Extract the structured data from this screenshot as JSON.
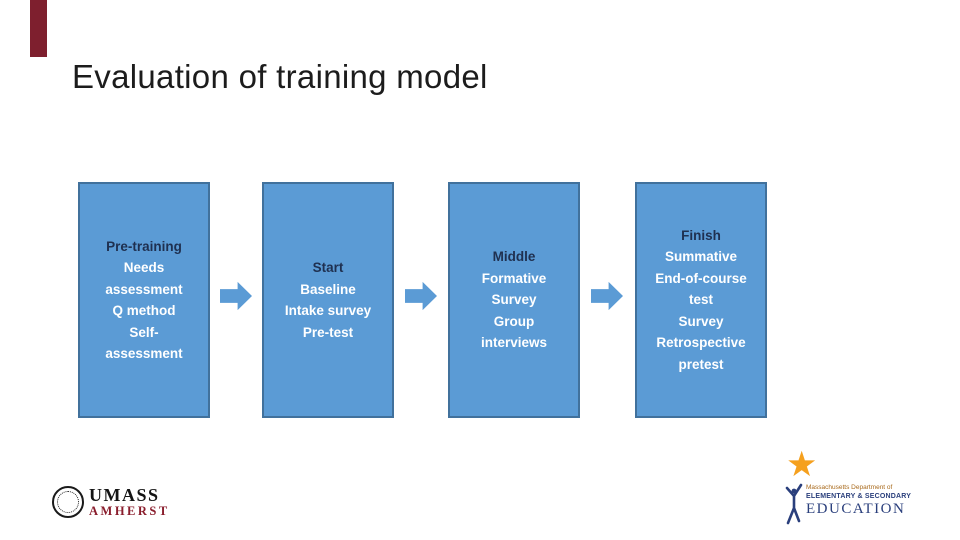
{
  "slide": {
    "title": "Evaluation of training model"
  },
  "colors": {
    "box_fill": "#5b9bd5",
    "box_border": "#41719c",
    "box_heading": "#1f3050",
    "box_text": "#ffffff",
    "accent_bar": "#7e1f2e",
    "umass_maroon": "#8a1e2d",
    "dese_navy": "#2a3f7c",
    "dese_orange": "#f5a01e",
    "dese_brown": "#a96a1c",
    "title_color": "#1c1c1c"
  },
  "flow": {
    "boxes": [
      {
        "heading": "Pre-training",
        "lines": [
          "Needs",
          "assessment",
          "Q method",
          "Self-",
          "assessment"
        ]
      },
      {
        "heading": "Start",
        "lines": [
          "Baseline",
          "Intake survey",
          "Pre-test"
        ]
      },
      {
        "heading": "Middle",
        "lines": [
          "Formative",
          "Survey",
          "Group",
          "interviews"
        ]
      },
      {
        "heading": "Finish",
        "lines": [
          "Summative",
          "End-of-course",
          "test",
          "Survey",
          "Retrospective",
          "pretest"
        ]
      }
    ]
  },
  "footer": {
    "umass": {
      "name": "UMASS",
      "city": "AMHERST"
    },
    "dese": {
      "line1": "Massachusetts Department of",
      "line2": "ELEMENTARY & SECONDARY",
      "line3": "EDUCATION"
    }
  }
}
